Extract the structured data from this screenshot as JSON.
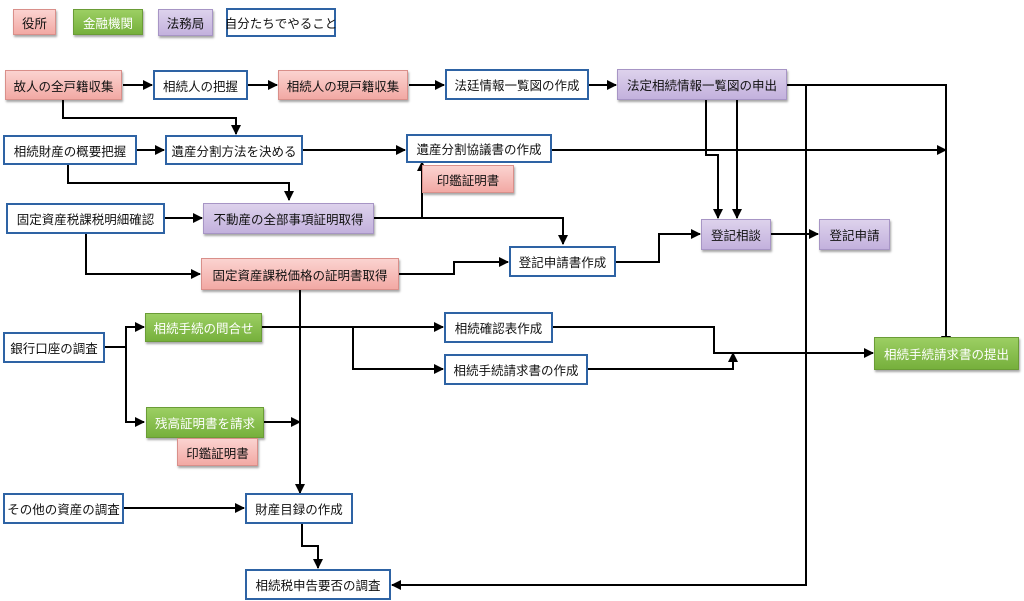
{
  "legend": {
    "yakusho": "役所",
    "kinyu": "金融機関",
    "homu": "法務局",
    "jibun": "自分たちでやること"
  },
  "nodes": {
    "kojin_koseki": "故人の全戸籍収集",
    "sozokunin_haaku": "相続人の把握",
    "sozokunin_koseki": "相続人の現戸籍収集",
    "hotei_ichiranzu": "法廷情報一覧図の作成",
    "hotei_moushide": "法定相続情報一覧図の申出",
    "isan_gaiyou": "相続財産の概要把握",
    "bunkatsu_houhou": "遺産分割方法を決める",
    "kyougisho": "遺産分割協議書の作成",
    "inkan_1": "印鑑証明書",
    "kotei_meisai": "固定資産税課税明細確認",
    "fudosan_shomei": "不動産の全部事項証明取得",
    "toki_sodan": "登記相談",
    "toki_shinsei": "登記申請",
    "toki_shinseisho": "登記申請書作成",
    "kotei_kakaku": "固定資産課税価格の証明書取得",
    "ginko_chosa": "銀行口座の調査",
    "tetsuzuki_toiawase": "相続手続の問合せ",
    "kakunin_hyo": "相続確認表作成",
    "seikyusho": "相続手続請求書の作成",
    "seikyusho_teishutsu": "相続手続請求書の提出",
    "zandaka": "残高証明書を請求",
    "inkan_2": "印鑑証明書",
    "sonota_chosa": "その他の資産の調査",
    "mokuroku": "財産目録の作成",
    "sozokuzei_chosa": "相続税申告要否の調査"
  },
  "colors": {
    "yakusho_fill": "#f2a9a4",
    "kinyu_fill": "#76b03c",
    "homu_fill": "#c3b1dd",
    "jibun_border": "#2e63a4",
    "arrow": "#000000"
  }
}
